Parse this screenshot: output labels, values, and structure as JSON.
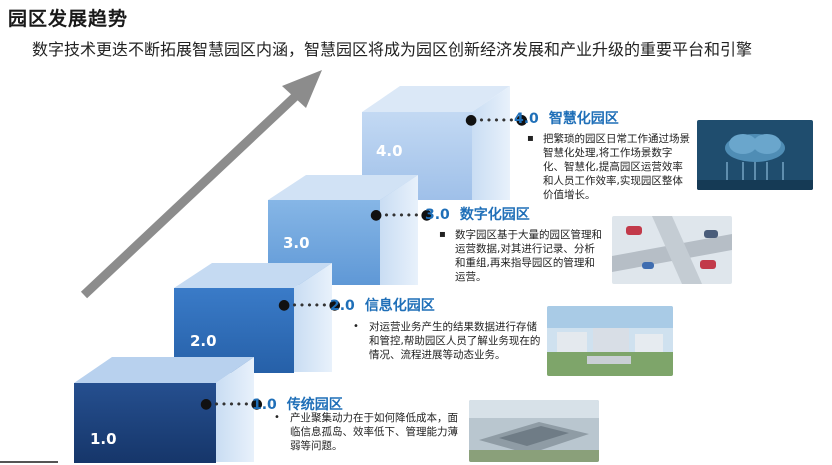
{
  "header": {
    "title": "园区发展趋势",
    "subtitle": "数字技术更迭不断拓展智慧园区内涵，智慧园区将成为园区创新经济发展和产业升级的重要平台和引擎"
  },
  "levels": [
    {
      "number": "1.0",
      "name": "传统园区",
      "description": "产业聚集动力在于如何降低成本，面临信息孤岛、效率低下、管理能力薄弱等问题。"
    },
    {
      "number": "2.0",
      "name": "信息化园区",
      "description": "对运营业务产生的结果数据进行存储和管控,帮助园区人员了解业务现在的情况、流程进展等动态业务。"
    },
    {
      "number": "3.0",
      "name": "数字化园区",
      "description": "数字园区基于大量的园区管理和运营数据,对其进行记录、分析和重组,再来指导园区的管理和运营。"
    },
    {
      "number": "4.0",
      "name": "智慧化园区",
      "description": "把繁琐的园区日常工作通过场景智慧化处理,将工作场景数字化、智慧化,提高园区运营效率和人员工作效率,实现园区整体价值增长。"
    }
  ],
  "icons": [
    "arrow-up-right-icon",
    "dot-connector-icon",
    "bullet-icon"
  ],
  "colors": {
    "step1_front": "#1a3f78",
    "step2_front": "#2a68b5",
    "step3_front": "#6ea5de",
    "step4_front": "#aac8ee",
    "heading_blue": "#1f6fb8",
    "arrow_gray": "#8c8c8c"
  }
}
